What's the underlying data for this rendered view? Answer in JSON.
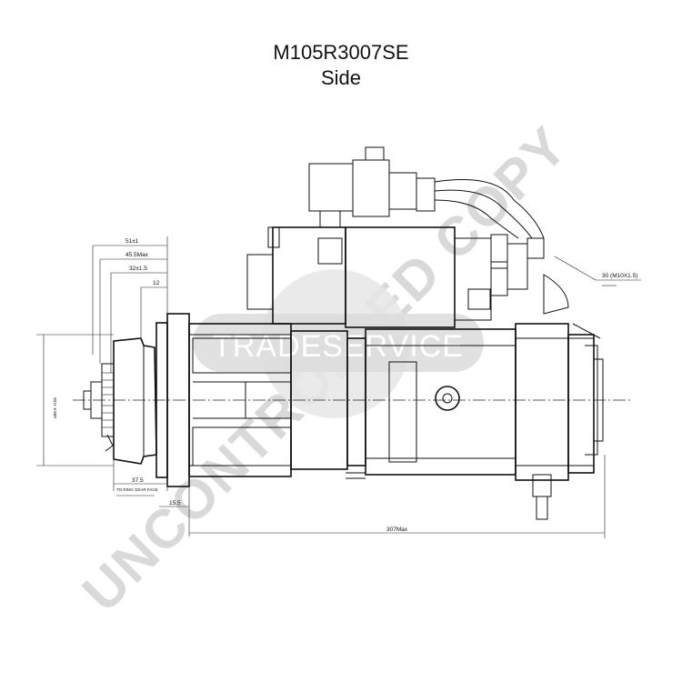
{
  "title": "M105R3007SE",
  "subtitle": "Side",
  "watermark": {
    "diagonal_text": "UNCONTROLLED COPY",
    "logo_text": "TRADESERVICE",
    "color": "#c8c8c8"
  },
  "dimensions": {
    "d51": "51±1",
    "d45": "45.5Max",
    "d32": "32±1.5",
    "d12": "12",
    "d37": "37.5",
    "ring_gear_note": "TO RING GEAR FACE",
    "d15": "15.5",
    "d307": "307Max",
    "bolt": "30 (M10X1.5)",
    "pilot_dia": "ø88.9 -0.05"
  }
}
